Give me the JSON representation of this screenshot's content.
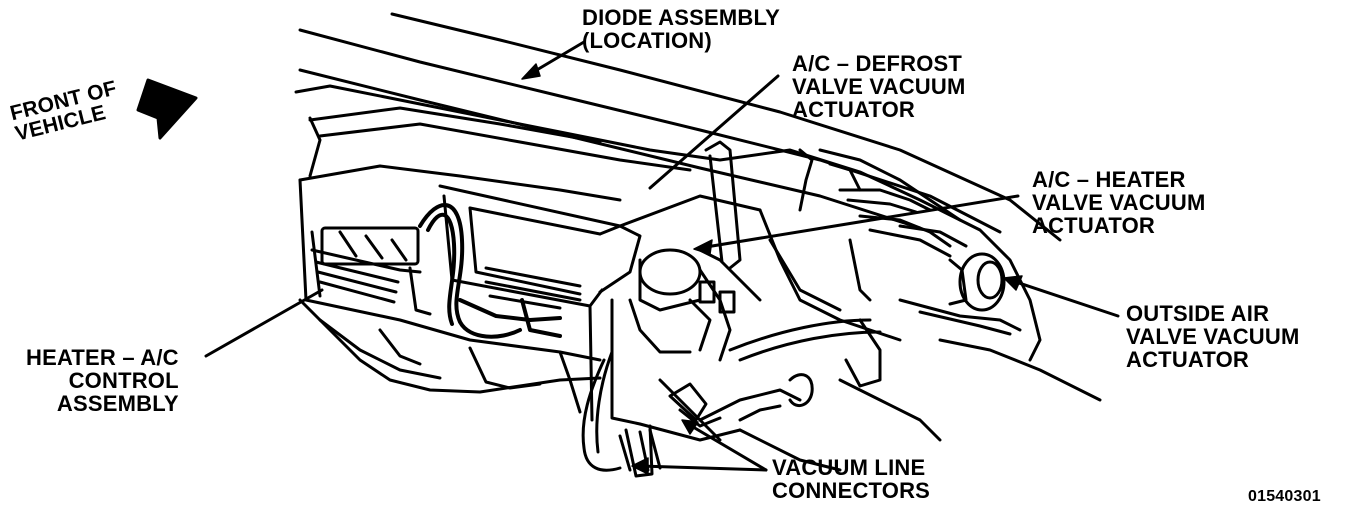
{
  "labels": {
    "front_of_vehicle": [
      "FRONT OF",
      "VEHICLE"
    ],
    "diode_assembly": [
      "DIODE ASSEMBLY",
      "(LOCATION)"
    ],
    "ac_defrost": [
      "A/C – DEFROST",
      "VALVE VACUUM",
      "ACTUATOR"
    ],
    "ac_heater": [
      "A/C – HEATER",
      "VALVE VACUUM",
      "ACTUATOR"
    ],
    "outside_air": [
      "OUTSIDE AIR",
      "VALVE VACUUM",
      "ACTUATOR"
    ],
    "heater_ac_control": [
      "HEATER – A/C",
      "CONTROL",
      "ASSEMBLY"
    ],
    "vacuum_line": [
      "VACUUM LINE",
      "CONNECTORS"
    ]
  },
  "figure_id": "01540301",
  "colors": {
    "ink": "#000000",
    "paper": "#ffffff"
  }
}
